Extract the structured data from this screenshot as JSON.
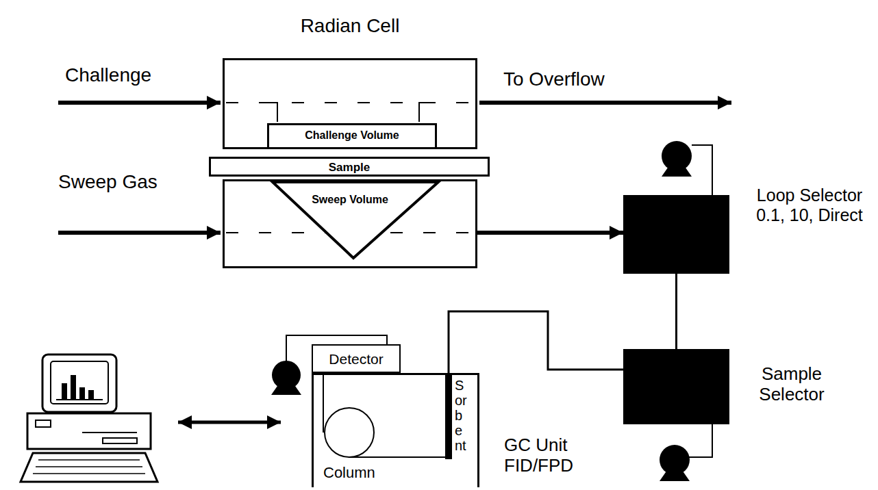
{
  "diagram": {
    "nodes": [
      {
        "text": [
          "Radian Cell"
        ]
      },
      {
        "text": [
          "Challenge Volume"
        ],
        "in": 0
      },
      {
        "text": [
          "Sample"
        ]
      },
      {
        "text": [
          "Sweep Volume"
        ]
      },
      {
        "text": [
          "Loop Selector 0.1, 10, Direct"
        ]
      },
      {
        "text": [
          "Sample Selector"
        ]
      },
      {
        "text": [
          "Detector"
        ]
      },
      {
        "text": [
          "Column",
          "GC Unit FID/FPD"
        ]
      },
      {
        "text": [
          "Sorbent"
        ],
        "in": 7
      }
    ],
    "edges": [
      {
        "from": 3,
        "to": 4,
        "arrow": "to"
      },
      {
        "from": 4,
        "to": 5,
        "arrow": "none"
      },
      {
        "from": 5,
        "to": 8,
        "arrow": "none"
      }
    ],
    "labels": [
      "Challenge",
      "To Overflow",
      "Sweep Gas"
    ]
  }
}
